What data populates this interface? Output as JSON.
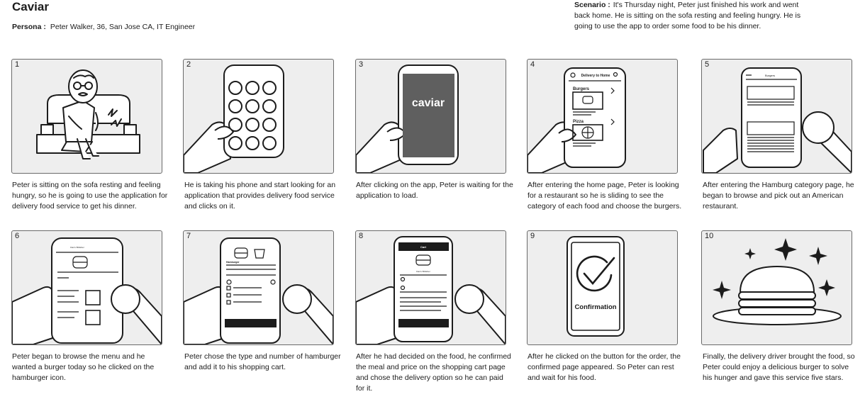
{
  "header": {
    "title": "Caviar",
    "persona_label": "Persona :",
    "persona_text": "Peter Walker, 36, San Jose CA, IT Engineer",
    "scenario_label": "Scenario :",
    "scenario_text": "It's Thursday night, Peter just finished his work and went back home. He is sitting on the sofa resting and feeling hungry. He is going to use the app to order some food to be his dinner."
  },
  "panels": [
    {
      "num": "1",
      "caption": "Peter is sitting on the sofa resting and feeling hungry, so he is going to use the application for delivery food service to get his dinner."
    },
    {
      "num": "2",
      "caption": "He is taking his phone and start looking for an application that provides delivery food service and clicks on it."
    },
    {
      "num": "3",
      "caption": "After clicking on the app, Peter is waiting for the application to load."
    },
    {
      "num": "4",
      "caption": "After entering the home page, Peter is looking for a restaurant so he is sliding to see the category of each food and choose the burgers."
    },
    {
      "num": "5",
      "caption": "After entering the Hamburg category page, he began to browse and pick out an American restaurant."
    },
    {
      "num": "6",
      "caption": "Peter began to browse the menu and he wanted a burger today so he clicked on the hamburger icon."
    },
    {
      "num": "7",
      "caption": "Peter chose the type and number of hamburger and add it to his shopping cart."
    },
    {
      "num": "8",
      "caption": "After he had decided on the food, he confirmed the meal and price on the shopping cart page and chose the delivery option so he can paid for it."
    },
    {
      "num": "9",
      "caption": "After he clicked on the button for the order, the confirmed page appeared. So Peter can rest and wait for his food."
    },
    {
      "num": "10",
      "caption": "Finally, the delivery driver brought the food, so Peter could enjoy a delicious burger to solve his hunger and gave this service five stars."
    }
  ],
  "screens": {
    "splash_logo": "caviar",
    "home_header": "Delivery to Home",
    "home_cat_1": "Burgers",
    "home_cat_2": "Pizza",
    "category_header": "Burgers",
    "restaurant_header": "Dan's Britisher",
    "item_header": "Hamburger",
    "cart_header": "Cart",
    "cart_restaurant": "Dan's Britisher",
    "confirmation_label": "Confirmation"
  }
}
